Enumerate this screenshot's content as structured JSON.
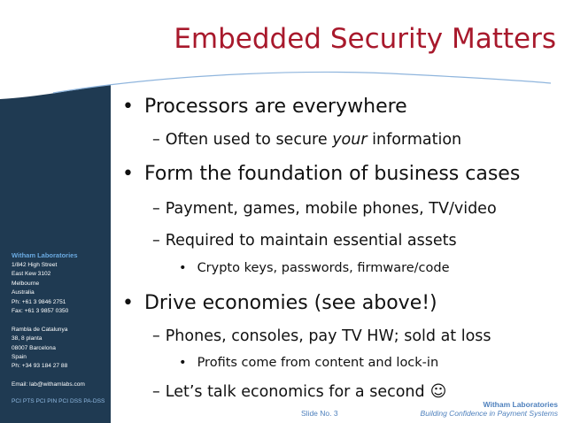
{
  "slide": {
    "title": "Embedded Security Matters",
    "bullets": [
      {
        "level": 1,
        "text": "Processors are everywhere"
      },
      {
        "level": 2,
        "prefix": "Often used to secure ",
        "emph": "your",
        "suffix": " information"
      },
      {
        "level": 1,
        "text": "Form the foundation of business cases"
      },
      {
        "level": 2,
        "text": "Payment, games, mobile phones, TV/video"
      },
      {
        "level": 2,
        "text": "Required to maintain essential assets"
      },
      {
        "level": 3,
        "text": "Crypto keys, passwords, firmware/code"
      },
      {
        "level": 1,
        "text": "Drive economies (see above!)"
      },
      {
        "level": 2,
        "text": "Phones, consoles, pay TV HW; sold at loss"
      },
      {
        "level": 3,
        "text": "Profits come from content and lock-in"
      },
      {
        "level": 2,
        "text": "Let’s talk economics for a second",
        "icon": "smiley-icon"
      }
    ]
  },
  "sidebar": {
    "company_name": "Witham Laboratories",
    "address_lines": [
      "1/842 High Street",
      "East Kew 3102",
      "Melbourne",
      "Australia",
      "Ph: +61 3 9846 2751",
      "Fax: +61 3 9857 0350"
    ],
    "address2_lines": [
      "Rambla de Catalunya",
      "38, 8 planta",
      "08007 Barcelona",
      "Spain",
      "Ph: +34 93 184 27 88"
    ],
    "email": "Email: lab@withamlabs.com",
    "certifications": "PCI PTS  PCI PIN  PCI DSS  PA-DSS"
  },
  "footer": {
    "slide_number": "Slide No. 3",
    "brand_name": "Witham Laboratories",
    "tagline": "Building Confidence in Payment Systems"
  },
  "colors": {
    "title": "#a8192c",
    "sidebar": "#1f3a52",
    "accent": "#4f81bd",
    "company_name": "#6aa9e0"
  }
}
